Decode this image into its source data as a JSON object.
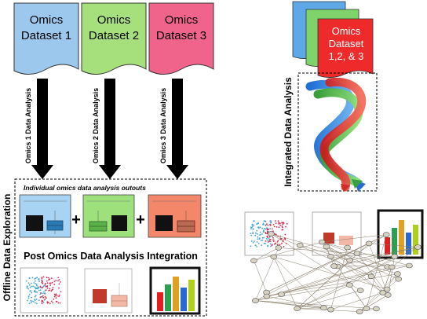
{
  "datasets": [
    {
      "label_line1": "Omics",
      "label_line2": "Dataset 1",
      "fill": "#9cc8ee"
    },
    {
      "label_line1": "Omics",
      "label_line2": "Dataset 2",
      "fill": "#a6e07c"
    },
    {
      "label_line1": "Omics",
      "label_line2": "Dataset 3",
      "fill": "#f0648c"
    }
  ],
  "analysis_arrows": [
    "Omics 1 Data Analysis",
    "Omics 2 Data Analysis",
    "Omics 3 Data Analysis"
  ],
  "offline": {
    "side_label": "Offline Data Exploration",
    "individual_header": "Individual omics data analysis outouts",
    "plus": "+",
    "post_title": "Post Omics Data Analysis Integration"
  },
  "integrated": {
    "stack_line1": "Omics",
    "stack_line2": "Dataset",
    "stack_line3": "1,2, & 3",
    "side_label": "Integrated Data Analysis"
  },
  "colors": {
    "blue": "#9cc8ee",
    "green": "#a6e07c",
    "pink": "#f0648c",
    "red": "#e02020",
    "orange": "#f08a6a"
  }
}
